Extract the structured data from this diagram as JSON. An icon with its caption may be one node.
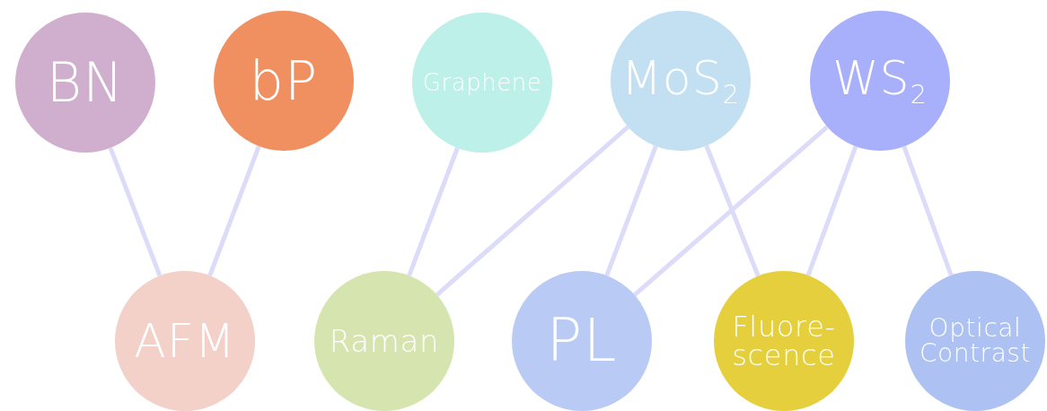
{
  "diagram": {
    "nodes": [
      {
        "text": [
          "BN"
        ]
      },
      {
        "text": [
          "bP"
        ]
      },
      {
        "text": [
          "Graphene"
        ]
      },
      {
        "text": [
          "MoS$_{2}$"
        ]
      },
      {
        "text": [
          "WS$_{2}$"
        ]
      },
      {
        "text": [
          "AFM"
        ]
      },
      {
        "text": [
          "Raman"
        ]
      },
      {
        "text": [
          "PL"
        ]
      },
      {
        "text": [
          "Fluore- scence"
        ]
      },
      {
        "text": [
          "Optical Contrast"
        ]
      }
    ],
    "edges": [
      {
        "from": 0,
        "to": 5,
        "arrow": "none"
      },
      {
        "from": 1,
        "to": 5,
        "arrow": "none"
      },
      {
        "from": 2,
        "to": 6,
        "arrow": "none"
      },
      {
        "from": 3,
        "to": 6,
        "arrow": "none"
      },
      {
        "from": 3,
        "to": 7,
        "arrow": "none"
      },
      {
        "from": 3,
        "to": 8,
        "arrow": "none"
      },
      {
        "from": 4,
        "to": 7,
        "arrow": "none"
      },
      {
        "from": 4,
        "to": 8,
        "arrow": "none"
      },
      {
        "from": 4,
        "to": 9,
        "arrow": "none"
      }
    ]
  }
}
